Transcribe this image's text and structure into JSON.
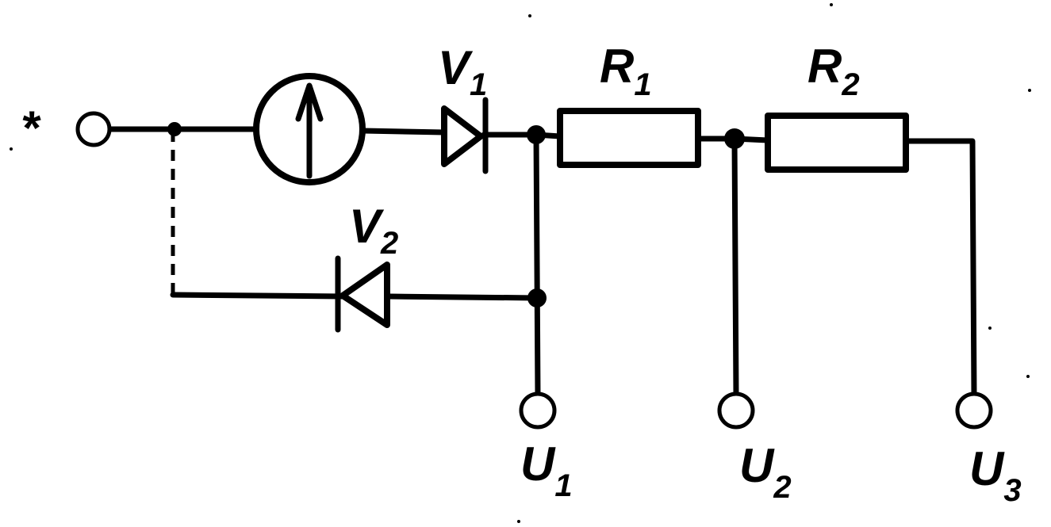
{
  "diagram": {
    "input_marker": "*",
    "components": {
      "v1": {
        "letter": "V",
        "index": "1"
      },
      "v2": {
        "letter": "V",
        "index": "2"
      },
      "r1": {
        "letter": "R",
        "index": "1"
      },
      "r2": {
        "letter": "R",
        "index": "2"
      }
    },
    "outputs": {
      "u1": {
        "letter": "U",
        "index": "1"
      },
      "u2": {
        "letter": "U",
        "index": "2"
      },
      "u3": {
        "letter": "U",
        "index": "3"
      }
    }
  }
}
